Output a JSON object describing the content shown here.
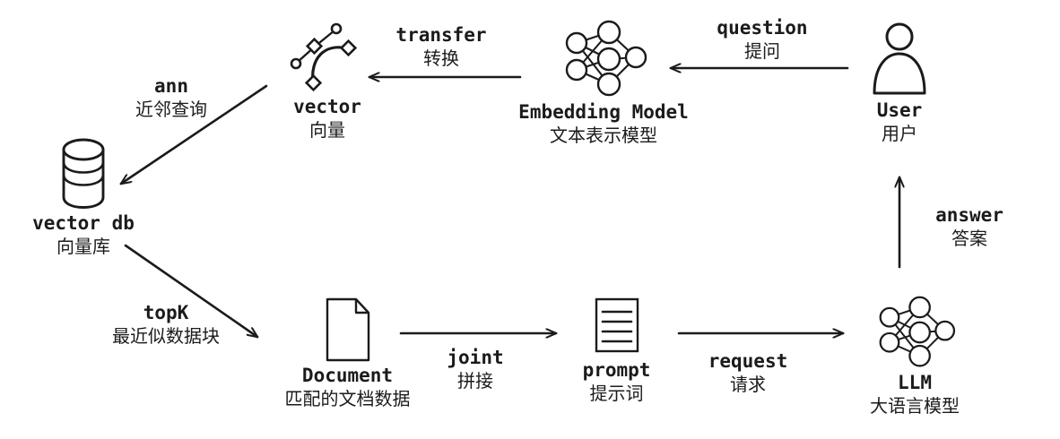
{
  "diagram": {
    "title": "RAG retrieval augmented generation flow",
    "stroke_color": "#1b1b1b",
    "background_color": "#ffffff",
    "nodes": [
      {
        "id": "vector",
        "icon": "bezier-curve-icon",
        "label_en": "vector",
        "label_cn": "向量"
      },
      {
        "id": "embedding_model",
        "icon": "neural-network-icon",
        "label_en": "Embedding Model",
        "label_cn": "文本表示模型"
      },
      {
        "id": "user",
        "icon": "person-icon",
        "label_en": "User",
        "label_cn": "用户"
      },
      {
        "id": "vector_db",
        "icon": "database-cylinder-icon",
        "label_en": "vector db",
        "label_cn": "向量库"
      },
      {
        "id": "document",
        "icon": "page-folded-corner-icon",
        "label_en": "Document",
        "label_cn": "匹配的文档数据"
      },
      {
        "id": "prompt",
        "icon": "lined-document-icon",
        "label_en": "prompt",
        "label_cn": "提示词"
      },
      {
        "id": "llm",
        "icon": "neural-network-icon",
        "label_en": "LLM",
        "label_cn": "大语言模型"
      }
    ],
    "edges": [
      {
        "id": "question",
        "from": "user",
        "to": "embedding_model",
        "label_en": "question",
        "label_cn": "提问",
        "direction": "left"
      },
      {
        "id": "transfer",
        "from": "embedding_model",
        "to": "vector",
        "label_en": "transfer",
        "label_cn": "转换",
        "direction": "left"
      },
      {
        "id": "ann",
        "from": "vector",
        "to": "vector_db",
        "label_en": "ann",
        "label_cn": "近邻查询",
        "direction": "down-left"
      },
      {
        "id": "topk",
        "from": "vector_db",
        "to": "document",
        "label_en": "topK",
        "label_cn": "最近似数据块",
        "direction": "down-right"
      },
      {
        "id": "joint",
        "from": "document",
        "to": "prompt",
        "label_en": "joint",
        "label_cn": "拼接",
        "direction": "right"
      },
      {
        "id": "request",
        "from": "prompt",
        "to": "llm",
        "label_en": "request",
        "label_cn": "请求",
        "direction": "right"
      },
      {
        "id": "answer",
        "from": "llm",
        "to": "user",
        "label_en": "answer",
        "label_cn": "答案",
        "direction": "up"
      }
    ]
  }
}
